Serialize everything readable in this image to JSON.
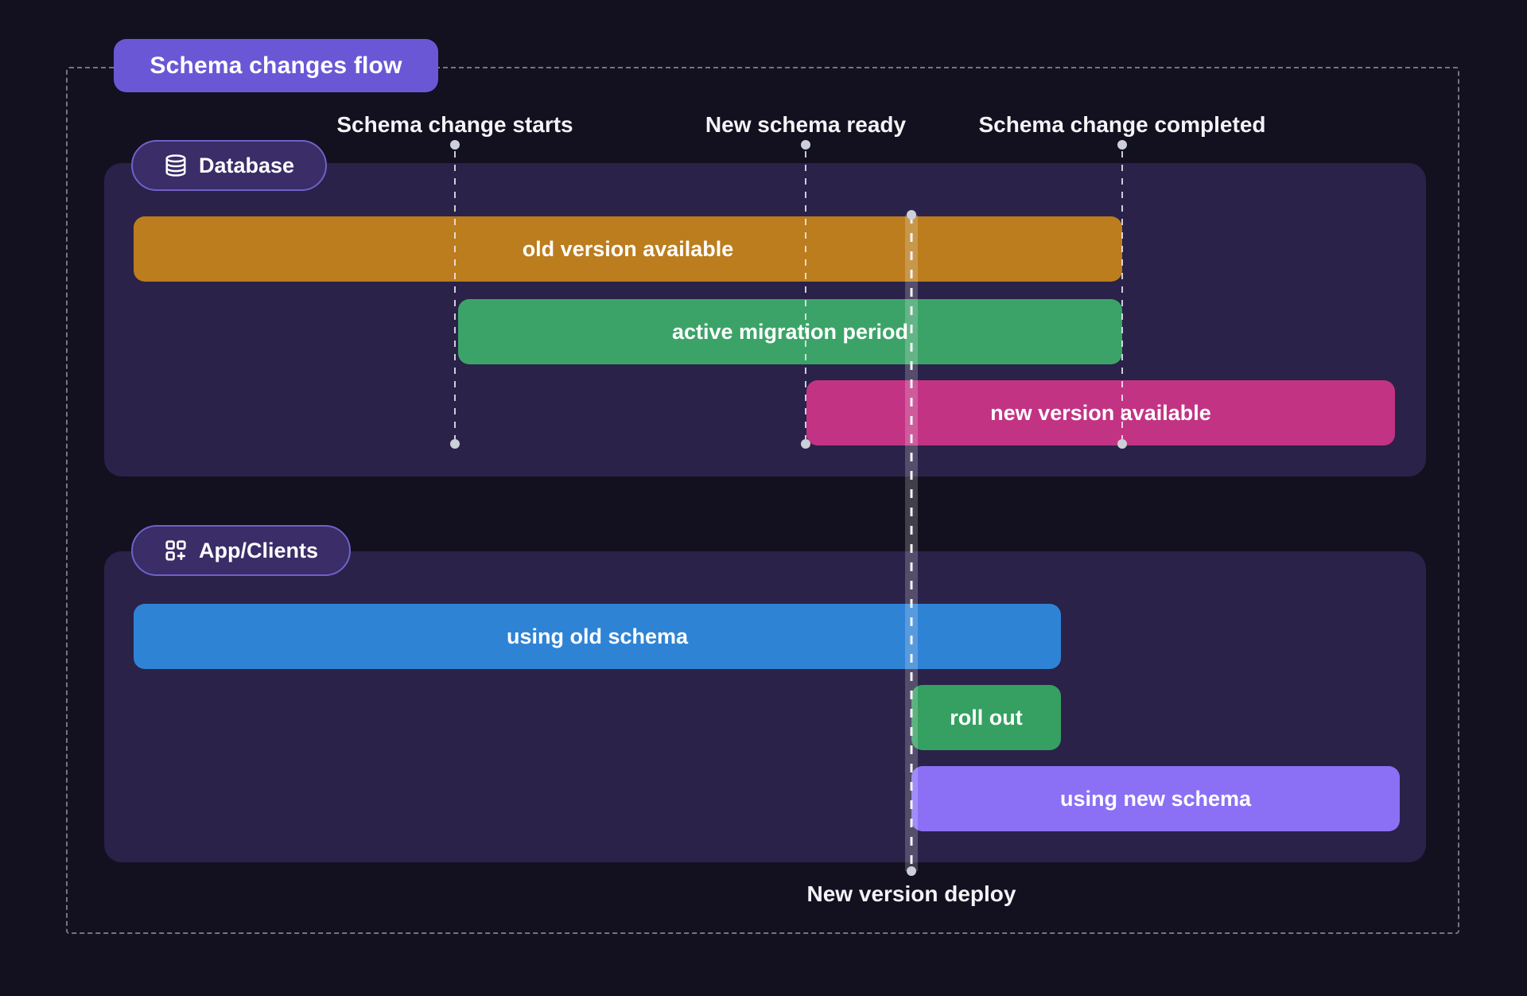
{
  "title": "Schema changes flow",
  "timeline_markers": [
    {
      "label": "Schema change starts"
    },
    {
      "label": "New schema ready"
    },
    {
      "label": "Schema change completed"
    }
  ],
  "deploy_marker": {
    "label": "New version deploy"
  },
  "sections": [
    {
      "label": "Database",
      "icon": "database-icon",
      "bars": [
        {
          "label": "old version available",
          "color": "#bc7d1e"
        },
        {
          "label": "active migration period",
          "color": "#3ca368"
        },
        {
          "label": "new version available",
          "color": "#c23384"
        }
      ]
    },
    {
      "label": "App/Clients",
      "icon": "apps-add-icon",
      "bars": [
        {
          "label": "using old schema",
          "color": "#2f83d5"
        },
        {
          "label": "roll out",
          "color": "#35a061"
        },
        {
          "label": "using new schema",
          "color": "#8b70f5"
        }
      ]
    }
  ],
  "colors": {
    "background": "#131020",
    "panel": "#2a2248",
    "title_badge": "#6a57d6",
    "section_badge_fill": "#3a2d68",
    "section_badge_border": "#6f61c9",
    "frame_dash": "#c6c8d4",
    "marker_dot": "#ccd0d9",
    "text": "#f4f4f7"
  }
}
